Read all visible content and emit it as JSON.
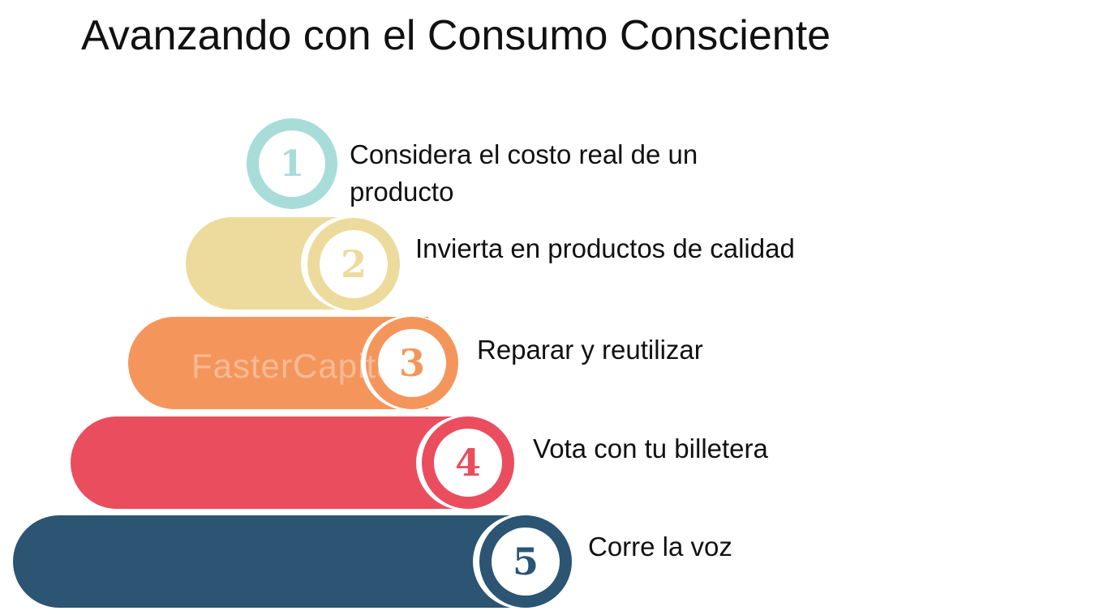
{
  "title": "Avanzando con el Consumo Consciente",
  "steps": [
    {
      "number": "1",
      "label": "Considera el costo real de un producto",
      "color": "#a8dcd8"
    },
    {
      "number": "2",
      "label": "Invierta en productos de calidad",
      "color": "#ecdb9c"
    },
    {
      "number": "3",
      "label": "Reparar y reutilizar",
      "color": "#f4965c"
    },
    {
      "number": "4",
      "label": "Vota con tu billetera",
      "color": "#ea4e5e"
    },
    {
      "number": "5",
      "label": "Corre la voz",
      "color": "#2b5572"
    }
  ],
  "watermark": "FasterCapital"
}
